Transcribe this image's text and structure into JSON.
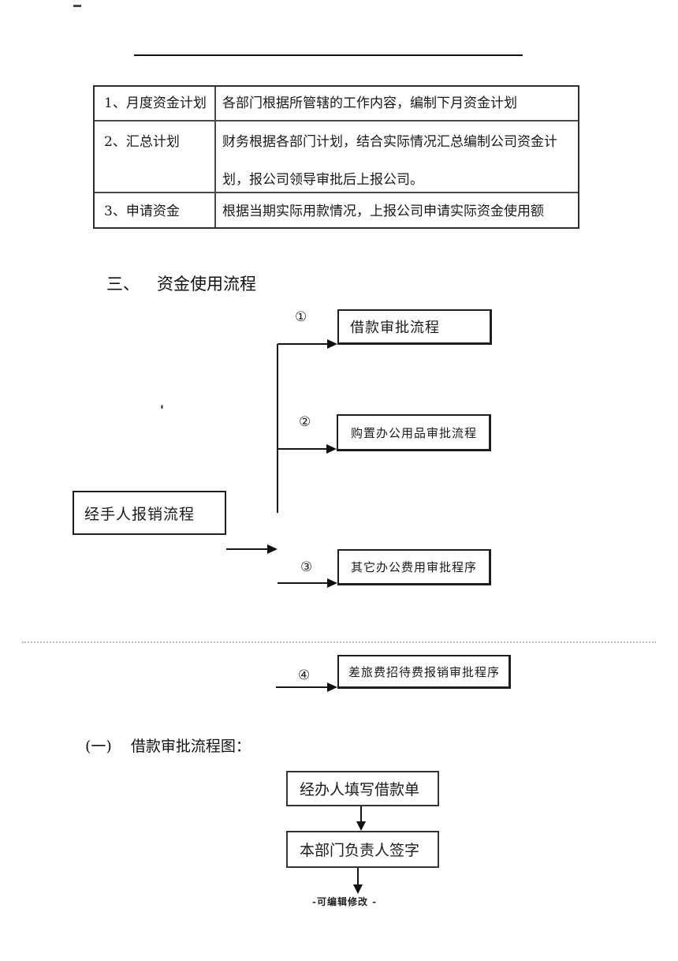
{
  "table": {
    "rows": [
      {
        "label": "1、月度资金计划",
        "line1": "各部门根据所管辖的工作内容，编制下月资金计划",
        "line2": ""
      },
      {
        "label": "2、汇总计划",
        "line1": "财务根据各部门计划，结合实际情况汇总编制公司资金计",
        "line2": "划，报公司领导审批后上报公司。"
      },
      {
        "label": "3、申请资金",
        "line1": "根据当期实际用款情况，上报公司申请实际资金使用额",
        "line2": ""
      }
    ]
  },
  "section_heading": {
    "num": "三、",
    "title": "资金使用流程"
  },
  "flowchart": {
    "source_label": "经手人报销流程",
    "stray_mark": "'",
    "branches": [
      {
        "num": "①",
        "label": "借款审批流程"
      },
      {
        "num": "②",
        "label": "购置办公用品审批流程"
      },
      {
        "num": "③",
        "label": "其它办公费用审批程序"
      },
      {
        "num": "④",
        "label": "差旅费招待费报销审批程序"
      }
    ]
  },
  "subsection_heading": {
    "num": "(一)",
    "title": "借款审批流程图："
  },
  "loan_steps": [
    {
      "label": "经办人填写借款单"
    },
    {
      "label": "本部门负责人签字"
    }
  ],
  "footer": {
    "text": "-可编辑修改 -"
  }
}
